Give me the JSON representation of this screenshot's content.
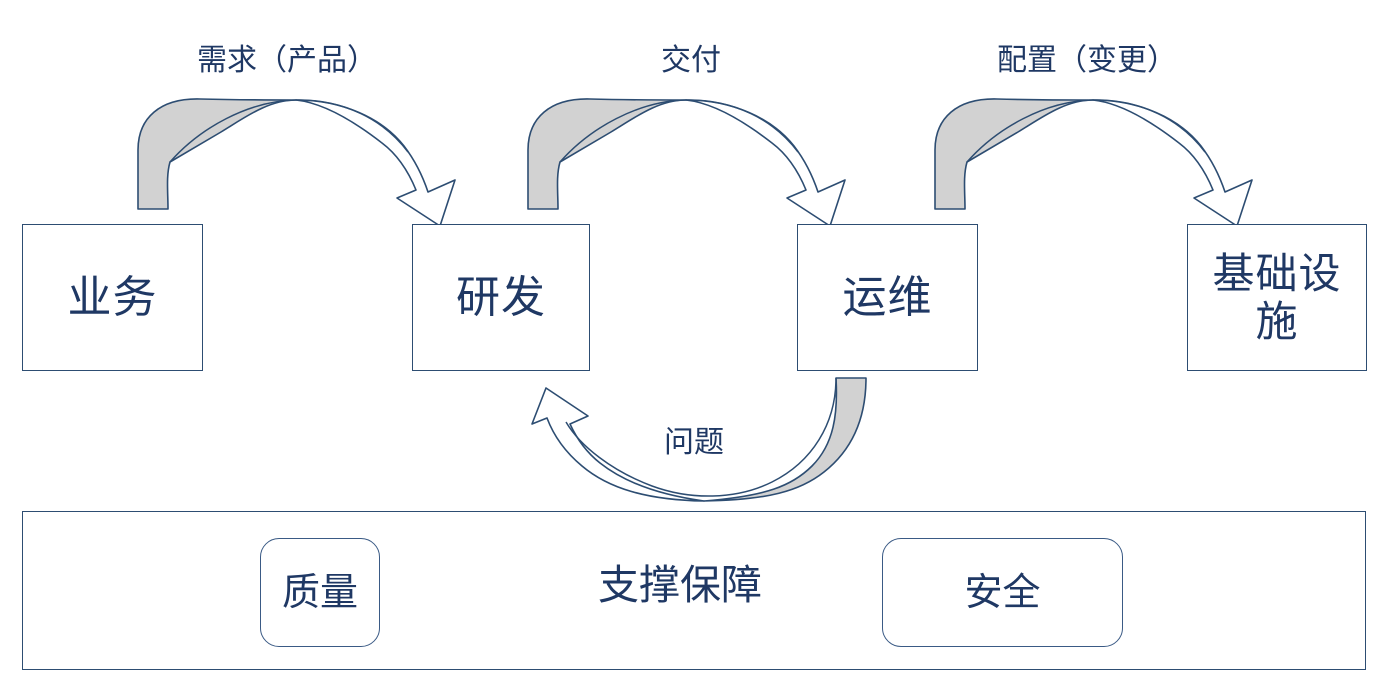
{
  "diagram": {
    "title_text": "",
    "colors": {
      "text_navy": "#1F3864",
      "stroke_navy": "#2D4D72",
      "arrow_fill_gray": "#D2D2D2",
      "arrow_fill_white": "#FFFFFF",
      "background": "#FFFFFF"
    },
    "nodes": [
      {
        "id": "business",
        "label": "业务"
      },
      {
        "id": "rd",
        "label": "研发"
      },
      {
        "id": "ops",
        "label": "运维"
      },
      {
        "id": "infrastructure",
        "label": "基础设施"
      }
    ],
    "arrows": [
      {
        "id": "requirement",
        "label": "需求（产品）",
        "from": "business",
        "to": "rd",
        "direction": "over-right"
      },
      {
        "id": "delivery",
        "label": "交付",
        "from": "rd",
        "to": "ops",
        "direction": "over-right"
      },
      {
        "id": "configuration",
        "label": "配置（变更）",
        "from": "ops",
        "to": "infrastructure",
        "direction": "over-right"
      },
      {
        "id": "issue",
        "label": "问题",
        "from": "ops",
        "to": "rd",
        "direction": "under-left"
      }
    ],
    "support": {
      "label": "支撑保障",
      "items": [
        {
          "id": "quality",
          "label": "质量"
        },
        {
          "id": "security",
          "label": "安全"
        }
      ]
    }
  }
}
